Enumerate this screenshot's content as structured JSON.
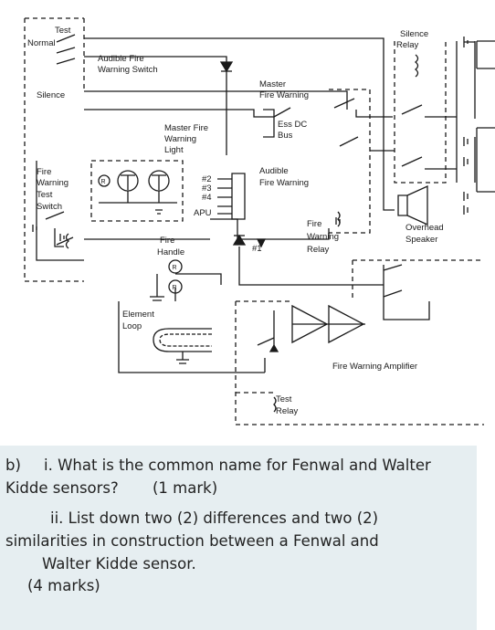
{
  "diagram": {
    "labels": {
      "test": "Test",
      "normal": "Normal",
      "audible_fire_warning_switch_l1": "Audible Fire",
      "audible_fire_warning_switch_l2": "Warning Switch",
      "silence": "Silence",
      "silence_relay_l1": "Silence",
      "silence_relay_l2": "Relay",
      "master_fire_warning_l1": "Master",
      "master_fire_warning_l2": "Fire Warning",
      "ess_dc_bus_l1": "Ess DC",
      "ess_dc_bus_l2": "Bus",
      "master_fire_warning_light_l1": "Master Fire",
      "master_fire_warning_light_l2": "Warning",
      "master_fire_warning_light_l3": "Light",
      "fire_warning_test_switch_l1": "Fire",
      "fire_warning_test_switch_l2": "Warning",
      "fire_warning_test_switch_l3": "Test",
      "fire_warning_test_switch_l4": "Switch",
      "engine_2": "#2",
      "engine_3": "#3",
      "engine_4": "#4",
      "engine_apu": "APU",
      "engine_1": "#1",
      "audible_fire_warning_l1": "Audible",
      "audible_fire_warning_l2": "Fire Warning",
      "fire_warning_relay_l1": "Fire",
      "fire_warning_relay_l2": "Warning",
      "fire_warning_relay_l3": "Relay",
      "overhead_speaker_l1": "Overhead",
      "overhead_speaker_l2": "Speaker",
      "fire_handle_l1": "Fire",
      "fire_handle_l2": "Handle",
      "r_symbol": "R",
      "element_loop_l1": "Element",
      "element_loop_l2": "Loop",
      "fire_warning_amplifier": "Fire Warning Amplifier",
      "test_relay_l1": "Test",
      "test_relay_l2": "Relay"
    }
  },
  "question": {
    "part_b_prefix": "b)",
    "q1_line1": "i. What is the common name for Fenwal and Walter",
    "q1_line2": "Kidde sensors?",
    "q1_marks": "(1 mark)",
    "q2_line1": "ii. List down two (2) differences and two (2)",
    "q2_line2": "similarities in construction between a Fenwal and",
    "q2_line3": "Walter Kidde sensor.",
    "q2_marks": "(4 marks)"
  }
}
